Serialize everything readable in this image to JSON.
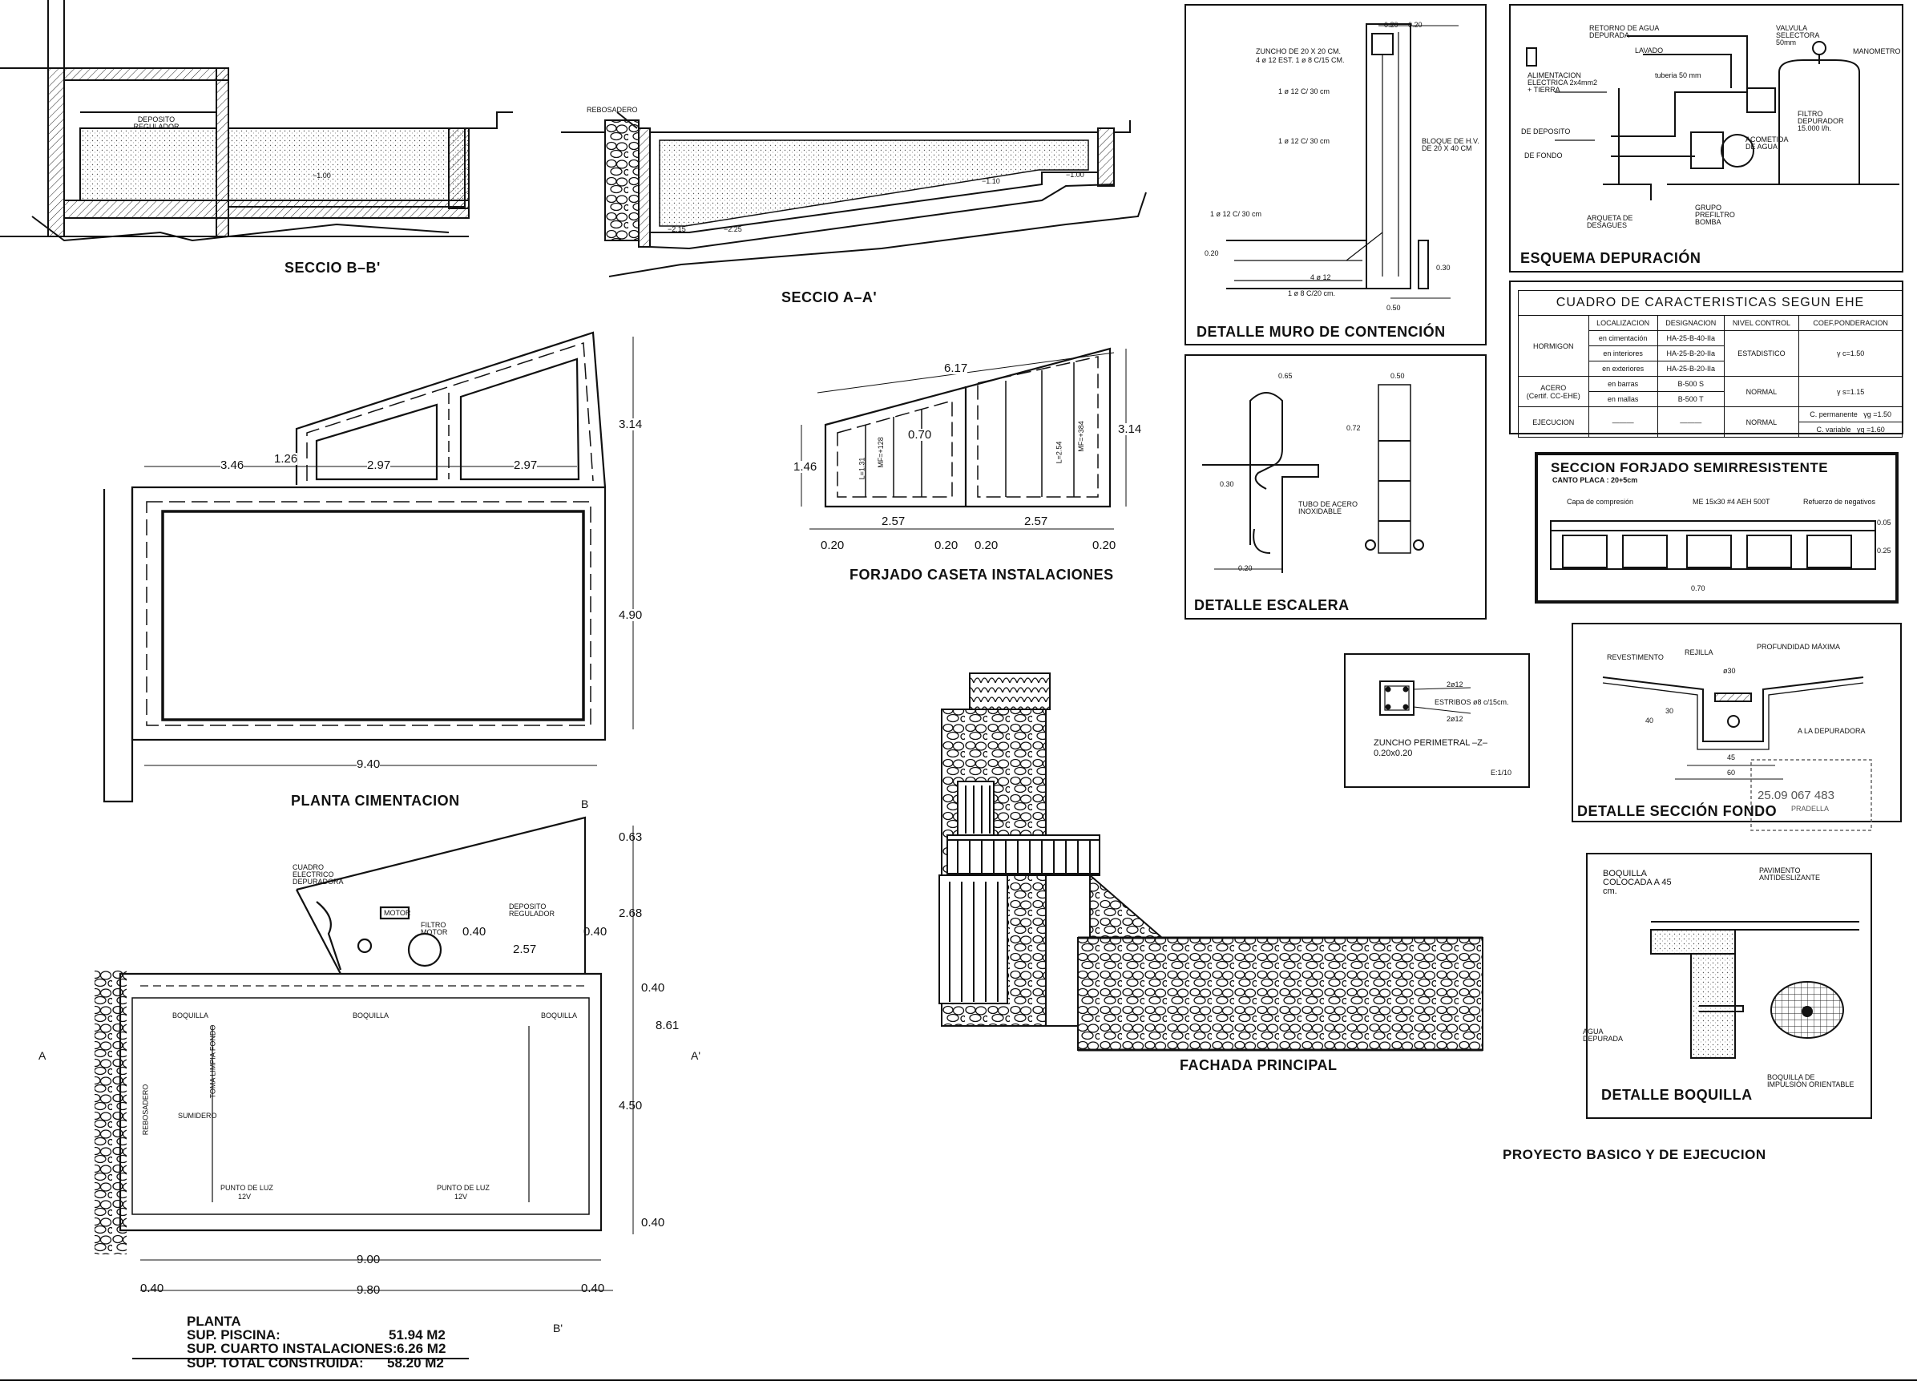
{
  "sections": {
    "secB": "SECCIO B–B'",
    "secA": "SECCIO A–A'",
    "cimentacion": "PLANTA CIMENTACION",
    "forjado_caseta": "FORJADO CASETA INSTALACIONES",
    "muro": "DETALLE MURO DE CONTENCIÓN",
    "escalera": "DETALLE ESCALERA",
    "depuracion": "ESQUEMA DEPURACIÓN",
    "forjado_semi": "SECCION FORJADO SEMIRRESISTENTE",
    "fondo": "DETALLE SECCIÓN FONDO",
    "boquilla": "DETALLE BOQUILLA",
    "fachada": "FACHADA PRINCIPAL",
    "proyecto": "PROYECTO BASICO Y DE EJECUCION"
  },
  "secB": {
    "deposito": "DEPOSITO REGULADOR",
    "level": "−1.00"
  },
  "secA": {
    "rebosadero": "REBOSADERO",
    "l1": "−1.10",
    "l2": "−1.00",
    "l3": "−2.15",
    "l4": "−2.25"
  },
  "cimentacion": {
    "d1": "3.46",
    "d2": "1.26",
    "d3": "2.97",
    "d4": "2.97",
    "d5": "3.14",
    "d6": "4.90",
    "d7": "9.40"
  },
  "forjado": {
    "total": "6.17",
    "h1": "1.46",
    "h2": "3.14",
    "w1": "2.57",
    "w2": "2.57",
    "m1": "0.70",
    "e1": "0.20",
    "e2": "0.20",
    "e3": "0.20",
    "e4": "0.20",
    "t1": "L=1.31",
    "t2": "MF=+128",
    "t3": "L=2.54",
    "t4": "MF=+384"
  },
  "muro": {
    "n1": "ZUNCHO DE 20 X 20 CM.",
    "n2": "4 ø 12 EST. 1 ø 8 C/15 CM.",
    "n3": "1 ø 12 C/ 30 cm",
    "n4": "1 ø 12 C/ 30 cm",
    "n5": "1 ø 12 C/ 30 cm",
    "n6": "BLOQUE DE H.V. DE 20 X 40 CM",
    "n7": "4 ø 12",
    "n8": "1 ø 8 C/20 cm.",
    "d1": "0.20",
    "d2": "0.20",
    "d3": "0.20",
    "d4": "0.30",
    "d5": "0.50"
  },
  "escalera": {
    "d1": "0.65",
    "d2": "0.50",
    "d3": "0.72",
    "d4": "0.30",
    "d5": "0.20",
    "tubo": "TUBO DE ACERO INOXIDABLE"
  },
  "depuracion": {
    "retorno": "RETORNO DE AGUA DEPURADA",
    "lavado": "LAVADO",
    "valvula": "VALVULA SELECTORA 50mm",
    "manometro": "MANOMETRO",
    "alimentacion": "ALIMENTACION ELECTRICA 2x4mm2 + TIERRA",
    "tuberia": "tuberia 50 mm",
    "filtro": "FILTRO DEPURADOR 15.000 l/h.",
    "deposito": "DE DEPOSITO",
    "fondo": "DE FONDO",
    "acometida": "ACOMETIDA DE AGUA",
    "arqueta": "ARQUETA DE DESAGUES",
    "grupo": "GRUPO PREFILTRO BOMBA"
  },
  "ehe": {
    "title": "CUADRO DE CARACTERISTICAS SEGUN EHE",
    "headers": [
      "LOCALIZACION",
      "DESIGNACION",
      "NIVEL CONTROL",
      "COEF.PONDERACION"
    ],
    "hormigon": "HORMIGON",
    "acero": "ACERO",
    "acero_cert": "(Certif. CC-EHE)",
    "ejecucion": "EJECUCION",
    "h_rows": [
      [
        "en cimentación",
        "HA-25-B-40-IIa"
      ],
      [
        "en interiores",
        "HA-25-B-20-IIa"
      ],
      [
        "en exteriores",
        "HA-25-B-20-IIa"
      ]
    ],
    "a_rows": [
      [
        "en barras",
        "B-500 S"
      ],
      [
        "en mallas",
        "B-500 T"
      ]
    ],
    "estadistico": "ESTADISTICO",
    "normal1": "NORMAL",
    "normal2": "NORMAL",
    "gc": "γ c=1.50",
    "gs": "γ s=1.15",
    "perm": "C. permanente",
    "var": "C. variable",
    "gg1": "γg =1.50",
    "gg2": "γq =1.60",
    "dash": "———"
  },
  "semi": {
    "canto": "CANTO PLACA : 20+5cm",
    "capa": "Capa de compresión",
    "malla": "ME 15x30 #4 AEH 500T",
    "refuerzo": "Refuerzo de negativos",
    "d1": "0.05",
    "d2": "0.25",
    "d3": "0.70"
  },
  "zuncho": {
    "top": "2ø12",
    "est": "ESTRIBOS ø8 c/15cm.",
    "bot": "2ø12",
    "l1": "ZUNCHO PERIMETRAL –Z–",
    "l2": "0.20x0.20",
    "esc": "E:1/10"
  },
  "fondo": {
    "rev": "REVESTIMENTO",
    "rej": "REJILLA",
    "prof": "PROFUNDIDAD MÁXIMA",
    "diam": "ø30",
    "a_dep": "A LA DEPURADORA",
    "d30": "30",
    "d40": "40",
    "d45": "45",
    "d60": "60",
    "stamp1": "25.09 067 483",
    "stamp2": "PRADELLA"
  },
  "boq": {
    "coloc": "BOQUILLA COLOCADA A 45 cm.",
    "pav": "PAVIMENTO ANTIDESLIZANTE",
    "agua": "AGUA DEPURADA",
    "imp": "BOQUILLA DE IMPULSIÓN ORIENTABLE"
  },
  "planta": {
    "cuadro": "CUADRO ELECTRICO DEPURADORA",
    "motor": "MOTOR",
    "filtro": "FILTRO MOTOR",
    "deposito": "DEPOSITO REGULADOR",
    "boq": "BOQUILLA",
    "toma": "TOMA LIMPIA FONDO",
    "rebos": "REBOSADERO",
    "sumidero": "SUMIDERO",
    "punto": "PUNTO DE LUZ",
    "v12": "12V",
    "secA": "A",
    "secAp": "A'",
    "secB": "B",
    "secBp": "B'",
    "dims": {
      "a": "0.63",
      "b": "2.68",
      "c": "0.40",
      "d": "8.61",
      "e": "4.50",
      "f": "0.40",
      "g": "2.57",
      "h": "0.40",
      "i": "0.40",
      "j": "9.00",
      "k": "9.80",
      "l": "0.40",
      "m": "0.40"
    },
    "sup_title": "PLANTA",
    "sup": [
      {
        "label": "SUP. PISCINA:",
        "value": "51.94 M2"
      },
      {
        "label": "SUP. CUARTO INSTALACIONES:",
        "value": "6.26 M2"
      },
      {
        "label": "SUP. TOTAL CONSTRUIDA:",
        "value": "58.20 M2"
      }
    ]
  }
}
